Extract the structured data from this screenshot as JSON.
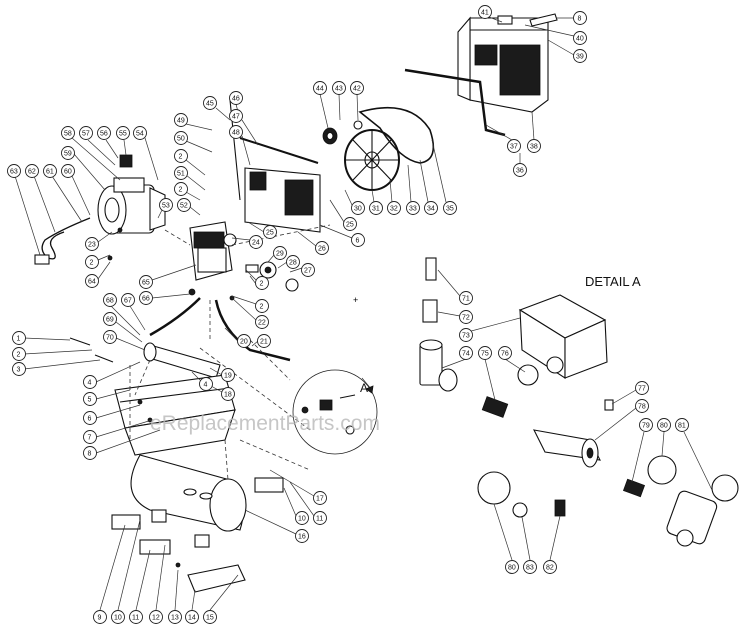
{
  "diagram": {
    "detail_title": "DETAIL  A",
    "detail_marker": "A",
    "watermark": "eReplacementParts.com",
    "callouts": [
      "1",
      "2",
      "3",
      "4",
      "5",
      "6",
      "7",
      "8",
      "9",
      "10",
      "11",
      "12",
      "13",
      "14",
      "15",
      "16",
      "17",
      "18",
      "19",
      "20",
      "21",
      "22",
      "23",
      "24",
      "25",
      "26",
      "27",
      "28",
      "29",
      "30",
      "31",
      "32",
      "33",
      "34",
      "35",
      "36",
      "37",
      "38",
      "39",
      "40",
      "41",
      "42",
      "43",
      "44",
      "45",
      "46",
      "47",
      "48",
      "49",
      "50",
      "51",
      "52",
      "53",
      "54",
      "55",
      "56",
      "57",
      "58",
      "59",
      "60",
      "61",
      "62",
      "63",
      "64",
      "65",
      "66",
      "67",
      "68",
      "69",
      "70",
      "71",
      "72",
      "73",
      "74",
      "75",
      "76",
      "77",
      "78",
      "79",
      "80",
      "81",
      "82",
      "83"
    ]
  }
}
